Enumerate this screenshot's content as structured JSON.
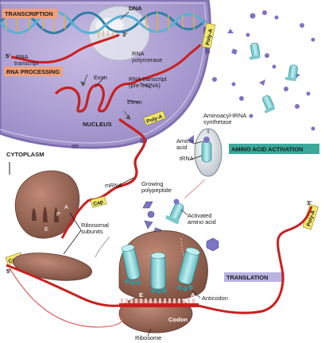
{
  "title_labels": {
    "transcription": "TRANSCRIPTION",
    "rna_processing": "RNA PROCESSING",
    "amino_acid_activation": "AMINO ACID ACTIVATION",
    "translation": "TRANSLATION"
  },
  "labels": {
    "dna": "DNA",
    "three_prime_dna": "3'",
    "five_prime_rna": "5'",
    "rna_transcript": "RNA\ntranscript",
    "rna_polymerase": "RNA\npolymerase",
    "poly_a_top": "Poly-A",
    "exon": "Exon",
    "rna_transcript_pre": "RNA transcript\n(pre-mRNA)",
    "intron": "Intron",
    "nucleus": "NUCLEUS",
    "poly_a_mid": "Poly-A",
    "aminoacyl_trna_synthetase": "Aminoacyl-tRNA\nsynthetase",
    "amino_acid": "Amino\nacid",
    "trna": "tRNA",
    "cytoplasm": "CYTOPLASM",
    "mrna": "mRNA",
    "growing_polypeptide": "Growing\npolypeptide",
    "cap_mid": "Cap",
    "activated_amino_acid": "Activated\namino acid",
    "ribosomal_subunits": "Ribosomal\nsubunits",
    "site_e_small": "E",
    "site_p_small": "P",
    "site_a_small": "A",
    "cap_left": "Cap",
    "five_prime_mrna": "5'",
    "three_prime_mrna": "3'",
    "poly_a_right": "Poly-A",
    "site_e": "E",
    "site_a": "A",
    "anticodon": "Anticodon",
    "codon": "Codon",
    "ribosome": "Ribosome"
  },
  "colors": {
    "nucleus_fill": "#b7a9d6",
    "nucleus_edge": "#7d6fae",
    "cytoplasm_bg": "#ffffff",
    "rna_red": "#c9201f",
    "dna_blue": "#2e7fa8",
    "trna_teal": "#8fd3d6",
    "ribosome_brown": "#a0705e",
    "tag_yellow": "#f2e86a",
    "transcription_tag": "#f2a07a",
    "processing_tag": "#f2a07a",
    "activation_tag": "#3aa89a",
    "translation_tag": "#b9b3e0",
    "amino_acid_purple": "#7b74c4"
  }
}
